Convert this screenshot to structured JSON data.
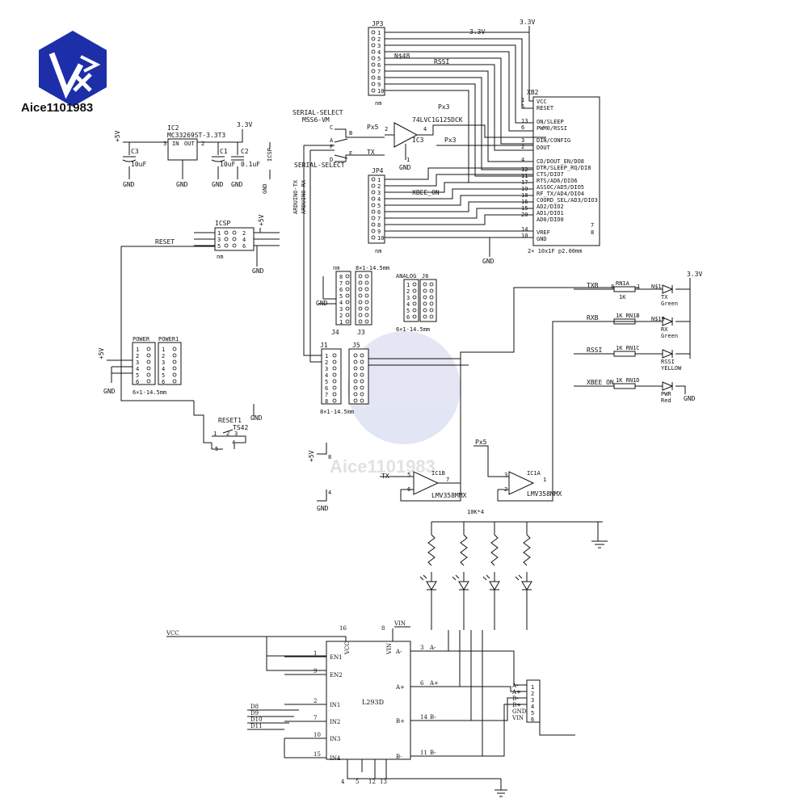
{
  "brand": {
    "logo_text": "Aice1101983",
    "logo_colors": {
      "primary": "#1d2fa8",
      "accent": "#d81e1e"
    },
    "watermark_text": "Aice1101983"
  },
  "top": {
    "jp3": {
      "ref": "JP3",
      "pins": [
        "1",
        "2",
        "3",
        "4",
        "5",
        "6",
        "7",
        "8",
        "9",
        "10"
      ],
      "footer": "nm"
    },
    "jp4": {
      "ref": "JP4",
      "pins": [
        "1",
        "2",
        "3",
        "4",
        "5",
        "6",
        "7",
        "8",
        "9",
        "10"
      ],
      "footer": "nm"
    },
    "rail_33": "3.3V",
    "rail_33b": "3.3V",
    "net_ns48": "N$48",
    "net_rssi": "RSSI",
    "xb2": {
      "ref": "XB2",
      "left_pins": [
        "1",
        "5",
        "13",
        "6",
        "3",
        "2",
        "4",
        "12",
        "11",
        "17",
        "19",
        "18",
        "16",
        "15",
        "20",
        "14",
        "10"
      ],
      "labels": [
        "VCC",
        "RESET",
        "ON/SLEEP",
        "PWM0/RSSI",
        "DIN/CONFIG",
        "DOUT",
        "CD/DOUT_EN/DO8",
        "DTR/SLEEP_RQ/DI8",
        "CTS/DIO7",
        "RTS/AD6/DIO6",
        "ASSOC/AD5/DIO5",
        "RF_TX/AD4/DIO4",
        "COORD_SEL/AD3/DIO3",
        "AD2/DIO2",
        "AD1/DIO1",
        "AD0/DIO0",
        "VREF",
        "GND"
      ],
      "right_pins": [
        "7",
        "8"
      ],
      "footer": "2× 10x1F p2.00mm"
    },
    "buffer": {
      "ref": "IC3",
      "part": "74LVC1G125DCK",
      "net": "Px3",
      "pin1": "1",
      "pin2": "2",
      "pin4": "4",
      "net_in": "Px5",
      "net_out": "Px3"
    },
    "serial_select_a": "SERIAL-SELECT",
    "serial_select_b": "MSS6-VM",
    "serial_select_c": "SERIAL-SELECT",
    "switch_pins": [
      "C",
      "B",
      "A",
      "F",
      "D",
      "E"
    ],
    "tx_label": "TX",
    "xbee_on": "XBEE_ON",
    "gnd": "GND",
    "arduino_tx": "ARDUINO-TX",
    "arduino_rx": "ARDUINO-RX"
  },
  "regulator": {
    "ref": "IC2",
    "part": "MC33269ST-3.3T3",
    "pin_in": "IN",
    "pin_out": "OUT",
    "pin3": "3",
    "pin2": "2",
    "c3": "C3",
    "c3_val": "10uF",
    "c1": "C1",
    "c1_val": "10uF",
    "c2": "C2",
    "c2_val": "0.1uF",
    "plus5": "+5V",
    "v33": "3.3V",
    "icsp": "ICSP",
    "gnd": "GND"
  },
  "icsp_header": {
    "ref": "ICSP",
    "pins": [
      "1",
      "2",
      "3",
      "4",
      "5",
      "6"
    ],
    "footer": "nm",
    "plus5": "+5V",
    "reset": "RESET",
    "gnd": "GND"
  },
  "power": {
    "ref1": "POWER",
    "ref2": "POWER1",
    "pins": [
      "1",
      "2",
      "3",
      "4",
      "5",
      "6"
    ],
    "footer": "6×1-14.5mm",
    "plus5": "+5V",
    "gnd": "GND"
  },
  "reset": {
    "ref": "RESET1",
    "part": "TS42",
    "pins": [
      "1",
      "2",
      "3",
      "4",
      "5"
    ],
    "gnd": "GND"
  },
  "headers": {
    "j3": {
      "ref": "J3",
      "top": "nm",
      "footer": "8×1-14.5mm",
      "pins": [
        "8",
        "7",
        "6",
        "5",
        "4",
        "3",
        "2",
        "1"
      ]
    },
    "j4": {
      "ref": "J4"
    },
    "j6": {
      "ref": "J6",
      "title": "ANALOG",
      "footer": "6×1-14.5mm",
      "pins": [
        "1",
        "2",
        "3",
        "4",
        "5",
        "6"
      ]
    },
    "j1": {
      "ref": "J1",
      "pins": [
        "1",
        "2",
        "3",
        "4",
        "5",
        "6",
        "7",
        "8"
      ]
    },
    "j5": {
      "ref": "J5",
      "footer": "8×1-14.5mm"
    },
    "gnd": "GND"
  },
  "leds": {
    "rail": "3.3V",
    "rows": [
      {
        "net": "TXB",
        "res": "RN1A",
        "rval": "1K",
        "pins": [
          "8",
          "1"
        ],
        "node": "N$1",
        "name": "TX",
        "color": "Green"
      },
      {
        "net": "RXB",
        "res": "1K RN1B",
        "node": "N$19",
        "name": "RX",
        "color": "Green"
      },
      {
        "net": "RSSI",
        "res": "1K RN1C",
        "node": "",
        "name": "RSSI",
        "color": "YELLOW"
      },
      {
        "net": "XBEE_ON",
        "res": "1K RN1D",
        "node": "",
        "name": "PWR",
        "color": "Red"
      }
    ],
    "gnd": "GND"
  },
  "opamps": {
    "ic1b": {
      "ref": "IC1B",
      "part": "LMV358MMX",
      "in_net": "TX",
      "pins": [
        "5",
        "6",
        "7"
      ]
    },
    "ic1a": {
      "ref": "IC1A",
      "part": "LMV358MMX",
      "in_net": "Px5",
      "pins": [
        "3",
        "2",
        "1"
      ]
    },
    "plus5": "+5V",
    "gnd": "GND",
    "pin8": "8",
    "pin4": "4"
  },
  "motor": {
    "resistors": "10K*4",
    "vcc": "VCC",
    "vin": "VIN",
    "ic": "L293D",
    "left_pins": [
      {
        "num": "1",
        "name": "EN1"
      },
      {
        "num": "9",
        "name": "EN2"
      },
      {
        "num": "2",
        "name": "IN1"
      },
      {
        "num": "7",
        "name": "IN2"
      },
      {
        "num": "10",
        "name": "IN3"
      },
      {
        "num": "15",
        "name": "IN4"
      }
    ],
    "right_pins": [
      {
        "num": "3",
        "name": "A-",
        "net": "A-"
      },
      {
        "num": "6",
        "name": "A+",
        "net": "A+"
      },
      {
        "num": "14",
        "name": "B+",
        "net": "B-"
      },
      {
        "num": "11",
        "name": "B-",
        "net": "B-"
      }
    ],
    "top_pins": [
      "16",
      "8"
    ],
    "top_labels": [
      "VCC",
      "VIN"
    ],
    "bottom_pins": [
      "4",
      "5",
      "12",
      "13"
    ],
    "digital": [
      "D8",
      "D9",
      "D10",
      "D11"
    ],
    "connector_pins": [
      "1",
      "2",
      "3",
      "4",
      "5",
      "6"
    ],
    "connector_labels": [
      "A-",
      "A+",
      "B-",
      "B+",
      "GND",
      "VIN"
    ]
  }
}
